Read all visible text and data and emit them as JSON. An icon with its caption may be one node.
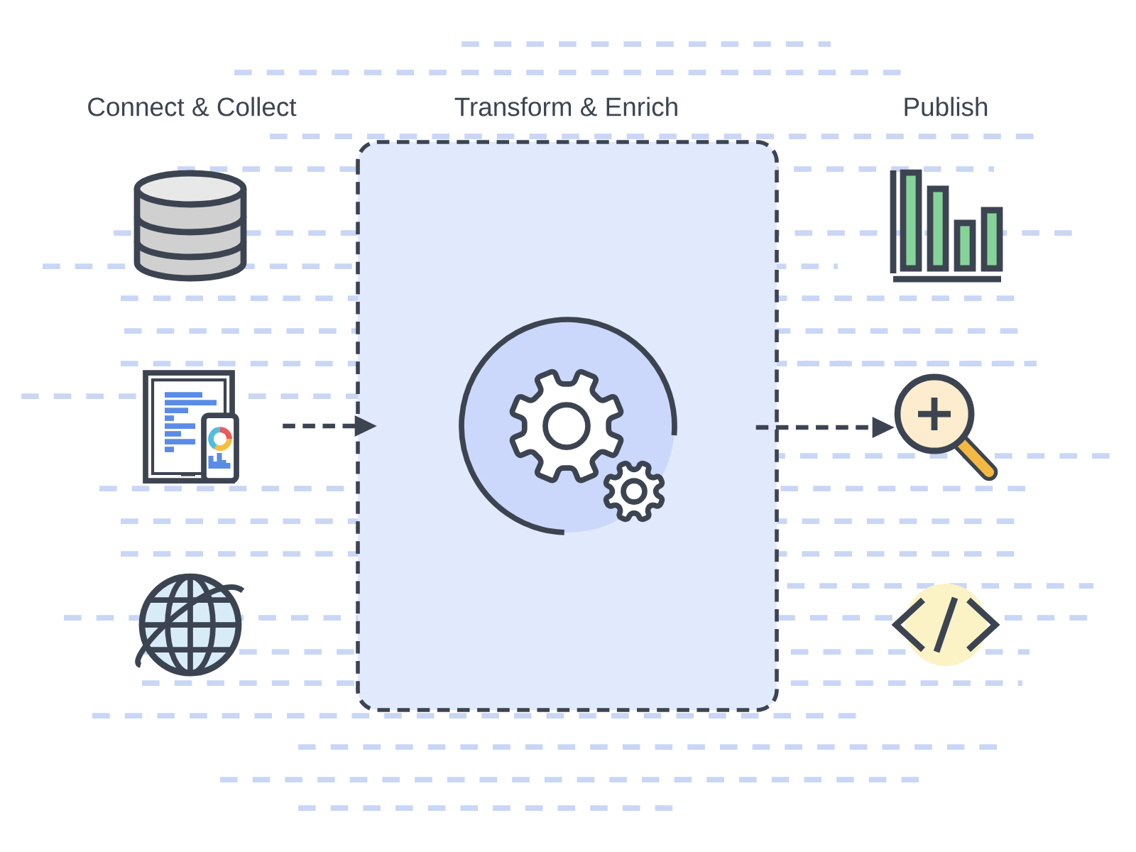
{
  "diagram": {
    "nodes": [
      {
        "text": [],
        "shape": "box"
      },
      {
        "text": [],
        "shape": "picture",
        "in": 0
      },
      {
        "text": [],
        "shape": "cylinder"
      },
      {
        "text": [],
        "shape": "picture"
      },
      {
        "text": [],
        "shape": "picture"
      },
      {
        "text": [],
        "shape": "picture"
      },
      {
        "text": [],
        "shape": "picture"
      },
      {
        "text": [],
        "shape": "picture"
      }
    ],
    "edges": [
      {
        "from": 3,
        "to": 0,
        "arrow": "to",
        "style": "dashed"
      },
      {
        "from": 0,
        "to": 6,
        "arrow": "to",
        "style": "dashed"
      }
    ],
    "labels": [
      "Connect & Collect",
      "Transform & Enrich",
      "Publish"
    ]
  }
}
